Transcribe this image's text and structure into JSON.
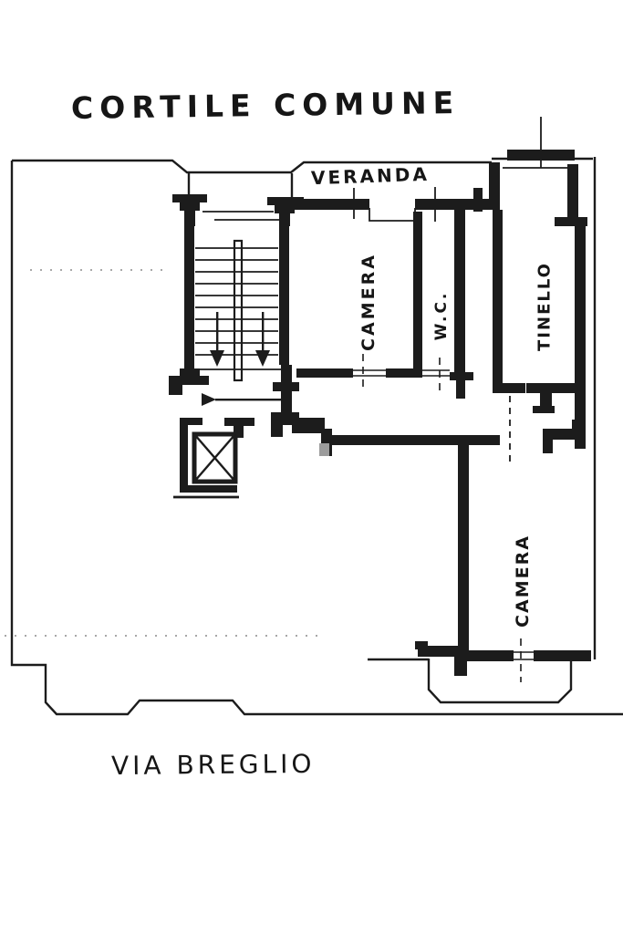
{
  "colors": {
    "paper": "#ffffff",
    "ink": "#1c1c1c",
    "faint_line": "#8a8a8a",
    "smudge": "#9c9c9c"
  },
  "title": "CORTILE COMUNE",
  "street": "VIA BREGLIO",
  "rooms": [
    {
      "label": "VERANDA",
      "orientation": "horizontal"
    },
    {
      "label": "CAMERA",
      "orientation": "vertical"
    },
    {
      "label": "W.C.",
      "orientation": "vertical"
    },
    {
      "label": "TINELLO",
      "orientation": "vertical"
    },
    {
      "label": "CAMERA",
      "orientation": "vertical"
    }
  ],
  "plan_features": [
    "courtyard-boundary",
    "staircase-two-flights-down-arrows",
    "elevator-shaft-cross",
    "entry-direction-arrow",
    "veranda-windows",
    "balcony-street-side"
  ]
}
